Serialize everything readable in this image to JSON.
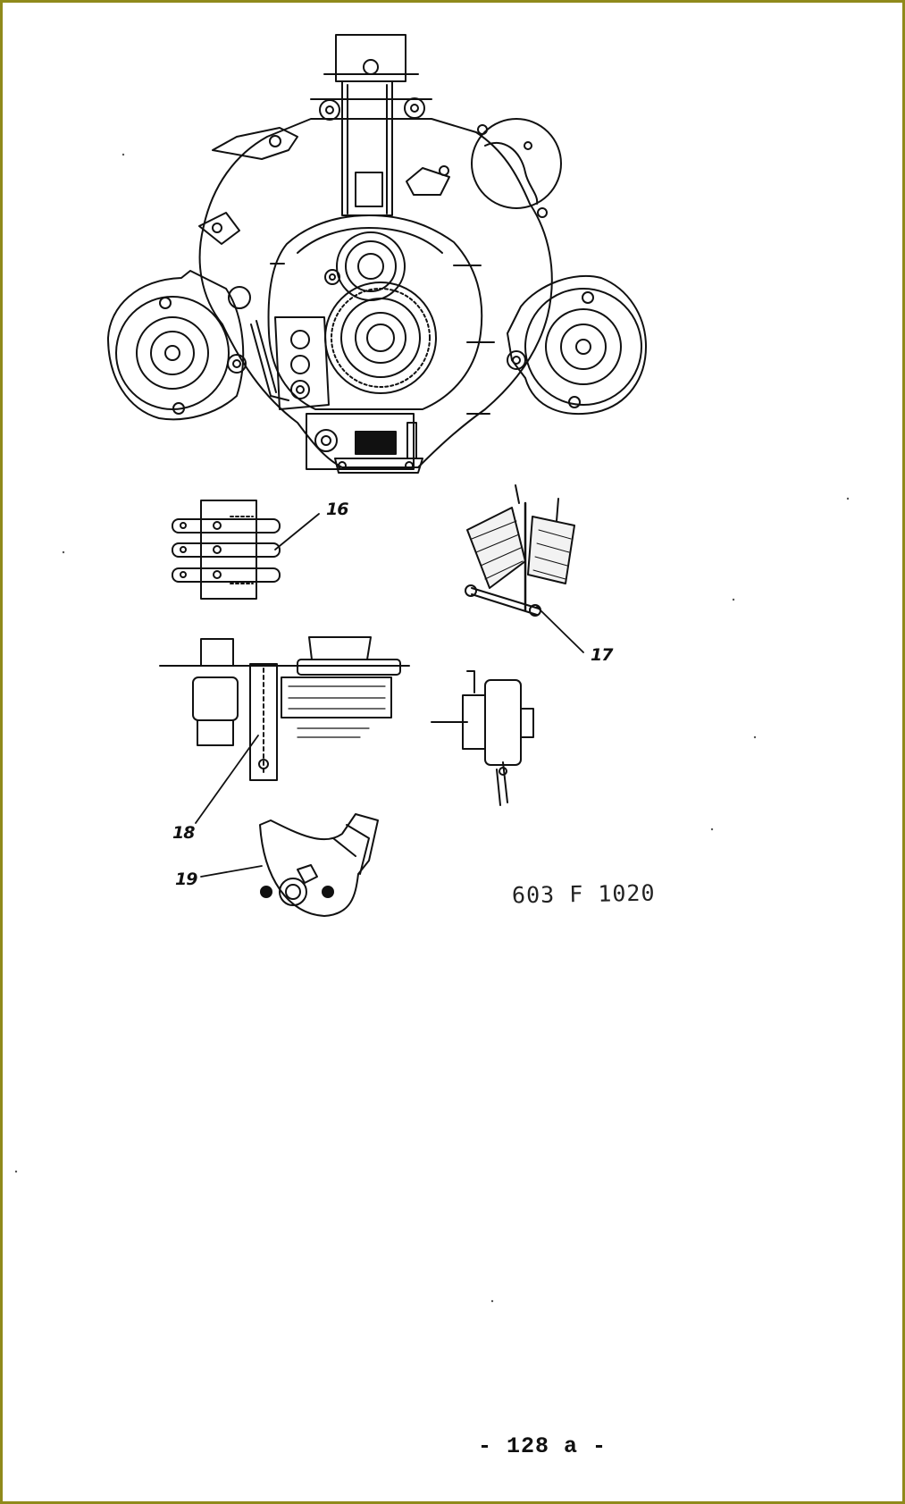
{
  "frame_color": "#8f8a1b",
  "callouts": {
    "c16": "16",
    "c17": "17",
    "c18": "18",
    "c19": "19"
  },
  "figure_reference": "603 F 1020",
  "page_number": "- 128 a -"
}
